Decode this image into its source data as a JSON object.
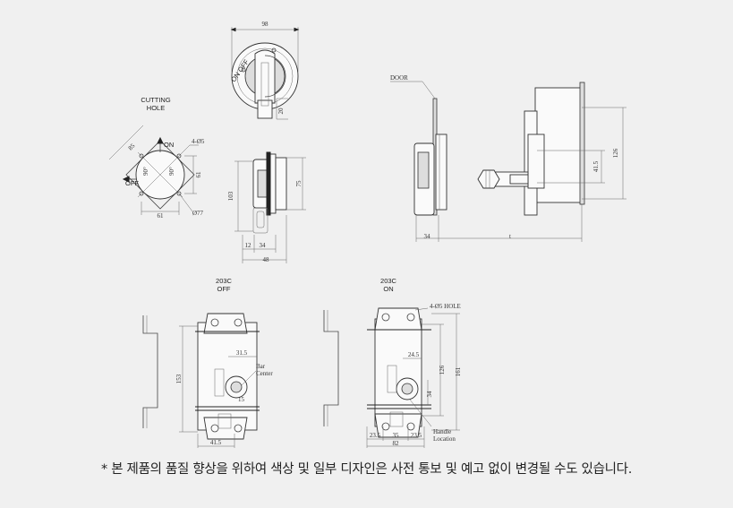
{
  "front_view": {
    "width_dim": "98",
    "tab_dim": "20",
    "dial_text": "ON OFF"
  },
  "cutting_hole": {
    "title_line1": "CUTTING",
    "title_line2": "HOLE",
    "diag_dim": "85",
    "holes_dim": "4-Ø5",
    "diameter_dim": "Ø77",
    "width_dim": "61",
    "height_dim": "61",
    "label_on": "ON",
    "label_off": "OFF",
    "angle_a": "90°",
    "angle_b": "90°"
  },
  "side_view": {
    "height_dim": "103",
    "body_dim": "75",
    "dim_a": "12",
    "dim_b": "34",
    "total_dim": "48"
  },
  "door_view": {
    "door_label": "DOOR",
    "base_dim": "34",
    "thickness_dim": "t",
    "span_dim": "126",
    "inner_dim": "41.5"
  },
  "off_view": {
    "title_line1": "203C",
    "title_line2": "OFF",
    "height_dim": "153",
    "offset_dim": "31.5",
    "bar_label_line1": "Bar",
    "bar_label_line2": "Center",
    "small_dim": "15",
    "bottom_dim": "41.5"
  },
  "on_view": {
    "title_line1": "203C",
    "title_line2": "ON",
    "hole_label": "4-Ø5 HOLE",
    "inner_dim": "24.5",
    "span_dim": "126",
    "total_dim": "161",
    "offset_dim": "34",
    "dim_left": "23.5",
    "dim_mid": "35",
    "dim_right": "23.5",
    "width_dim": "82",
    "handle_line1": "Handle",
    "handle_line2": "Location"
  },
  "notice": "* 본 제품의 품질 향상을 위하여 색상 및 일부 디자인은 사전 통보 및 예고 없이 변경될 수도 있습니다."
}
